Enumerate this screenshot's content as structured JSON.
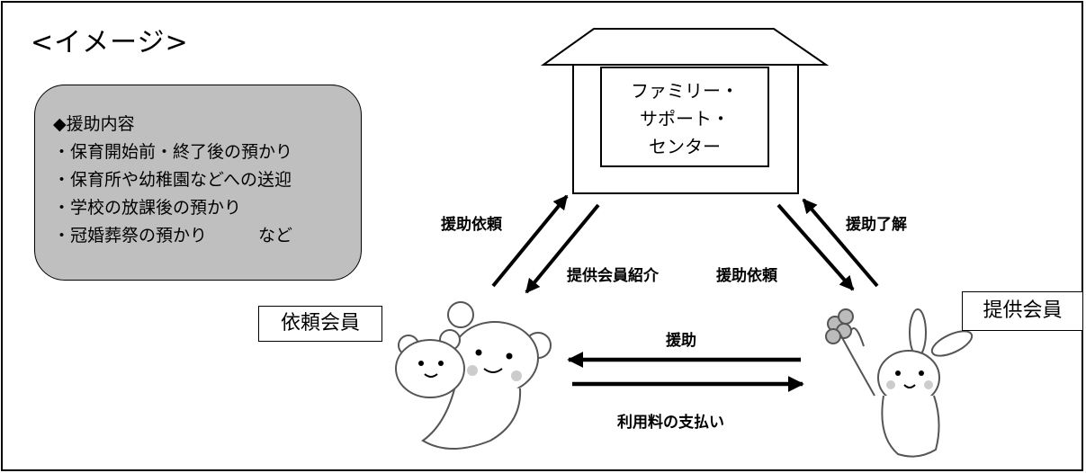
{
  "heading": "<イメージ>",
  "support_box": {
    "title": "◆援助内容",
    "items": [
      "・保育開始前・終了後の預かり",
      "・保育所や幼稚園などへの送迎",
      "・学校の放課後の預かり",
      "・冠婚葬祭の預かり　　　など"
    ]
  },
  "center": {
    "lines": [
      "ファミリー・",
      "サポート・",
      "センター"
    ]
  },
  "requesting_member": "依頼会員",
  "providing_member": "提供会員",
  "arrows": {
    "request_support": "援助依頼",
    "introduce_provider": "提供会員紹介",
    "request_support_2": "援助依頼",
    "support_accepted": "援助了解",
    "support": "援助",
    "payment": "利用料の支払い"
  }
}
